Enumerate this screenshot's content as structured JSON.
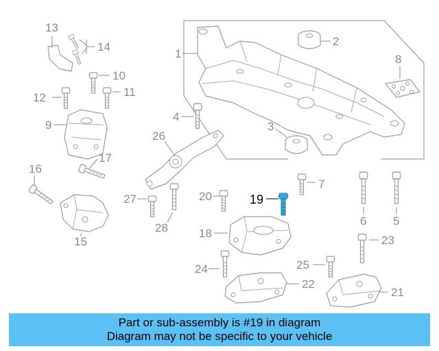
{
  "colors": {
    "banner_bg": "#5bc0f4",
    "highlight_part": "#3aa8e0",
    "line_art": "#9a9a9a",
    "callout_text": "#8a8a8a"
  },
  "diagram": {
    "selected_callout": "19",
    "callouts": {
      "c1": "1",
      "c2": "2",
      "c3": "3",
      "c4": "4",
      "c5": "5",
      "c6": "6",
      "c7": "7",
      "c8": "8",
      "c9": "9",
      "c10": "10",
      "c11": "11",
      "c12": "12",
      "c13": "13",
      "c14": "14",
      "c15": "15",
      "c16": "16",
      "c17": "17",
      "c18": "18",
      "c19": "19",
      "c20": "20",
      "c21": "21",
      "c22": "22",
      "c23": "23",
      "c24": "24",
      "c25": "25",
      "c26": "26",
      "c27": "27",
      "c28": "28"
    }
  },
  "banner": {
    "line1": "Part or sub-assembly is #19 in diagram",
    "line2": "Diagram may not be specific to your vehicle"
  }
}
